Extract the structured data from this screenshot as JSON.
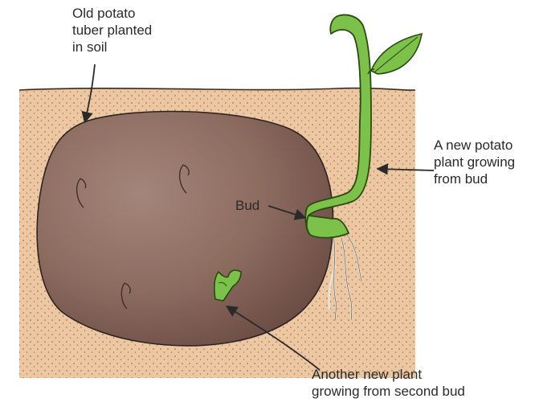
{
  "labels": {
    "old_tuber": [
      "Old potato",
      "tuber planted",
      "in soil"
    ],
    "new_plant": [
      "A new potato",
      "plant growing",
      "from bud"
    ],
    "bud": "Bud",
    "another_plant": [
      "Another new plant",
      "growing from second bud"
    ]
  },
  "colors": {
    "soil": "#ecc7a2",
    "soil_dots": "#5a3a22",
    "tuber": "#8c6a5c",
    "tuber_dark": "#6e5048",
    "stem": "#7cc24a",
    "stem_outline": "#2b4a12",
    "arrow": "#2a2a2a"
  }
}
